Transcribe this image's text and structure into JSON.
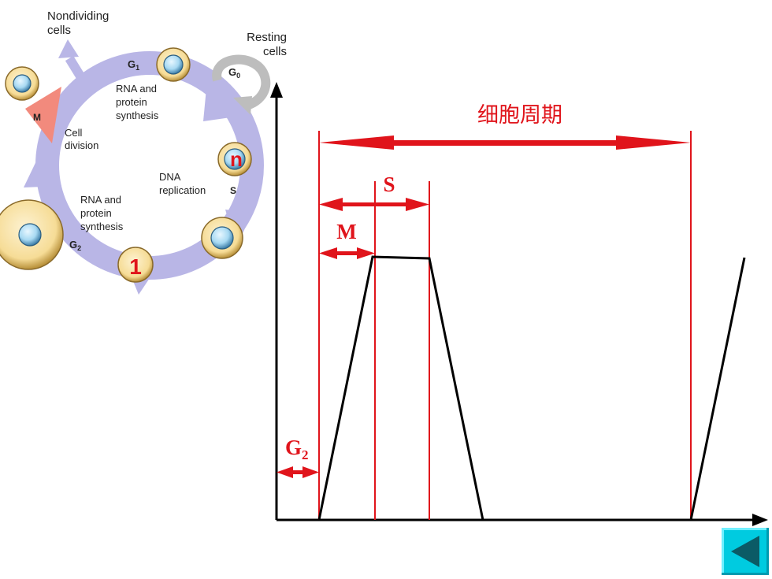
{
  "cycle_diagram": {
    "nondividing": [
      "Nondividing",
      "cells"
    ],
    "resting": [
      "Resting",
      "cells"
    ],
    "g1_label": "G",
    "g1_sub": "1",
    "g0_label": "G",
    "g0_sub": "0",
    "m_label": "M",
    "g1_text": [
      "RNA and",
      "protein",
      "synthesis"
    ],
    "cell_division": [
      "Cell",
      "division"
    ],
    "dna_replication": [
      "DNA",
      "replication"
    ],
    "s_label": "S",
    "g2_text": [
      "RNA and",
      "protein",
      "synthesis"
    ],
    "g2_label": "G",
    "g2_sub": "2",
    "marker_n": "n",
    "marker_1": "1"
  },
  "graph": {
    "cycle_title": "细胞周期",
    "s_label": "S",
    "m_label": "M",
    "g2_label": "G",
    "g2_sub": "2"
  },
  "colors": {
    "accent_red": "#e0141b",
    "cycle_purple": "#b9b6e6",
    "m_arrow": "#f28a7d",
    "back_button": "#00cbe0"
  },
  "icons": {
    "back_button": "triangle-left-icon"
  }
}
